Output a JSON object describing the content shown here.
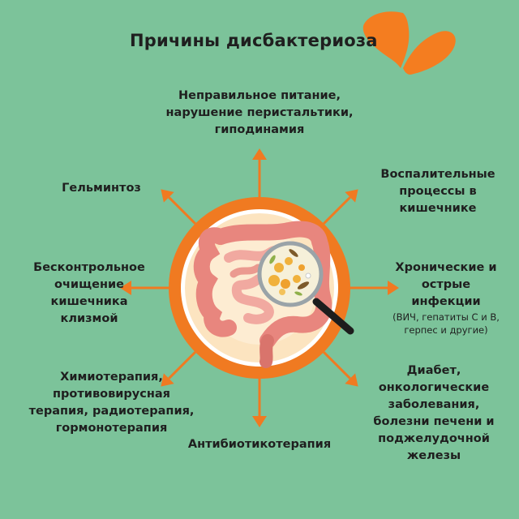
{
  "title": "Причины дисбактериоза",
  "colors": {
    "background": "#7cc39a",
    "accent": "#f07a21",
    "text": "#1f1f1f"
  },
  "icons": [
    "logo-butterfly-icon",
    "intestine-icon",
    "magnifier-icon"
  ],
  "causes": [
    {
      "lines": [
        "Неправильное питание,",
        "нарушение перистальтики,",
        "гиподинамия"
      ]
    },
    {
      "lines": [
        "Воспалительные",
        "процессы в",
        "кишечнике"
      ]
    },
    {
      "lines": [
        "Хронические и",
        "острые",
        "инфекции"
      ],
      "note": [
        "(ВИЧ, гепатиты С и В,",
        "герпес и другие)"
      ]
    },
    {
      "lines": [
        "Диабет,",
        "онкологические",
        "заболевания,",
        "болезни печени и",
        "поджелудочной",
        "железы"
      ]
    },
    {
      "lines": [
        "Антибиотикотерапия"
      ]
    },
    {
      "lines": [
        "Химиотерапия,",
        "противовирусная",
        "терапия, радиотерапия,",
        "гормонотерапия"
      ]
    },
    {
      "lines": [
        "Бесконтрольное",
        "очищение",
        "кишечника",
        "клизмой"
      ]
    },
    {
      "lines": [
        "Гельминтоз"
      ]
    }
  ]
}
